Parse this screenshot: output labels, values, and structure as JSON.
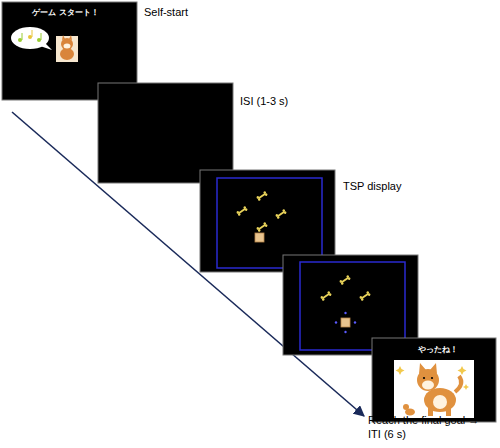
{
  "diagram": {
    "nodes": [
      {
        "text": [
          "ゲーム スタート！",
          "Self-start"
        ]
      },
      {
        "text": [
          "ISI (1-3 s)"
        ]
      },
      {
        "text": [
          "TSP display"
        ]
      },
      {
        "text": [
          "やったね！"
        ]
      }
    ],
    "labels": [
      "Reach the final goal → ITI (6 s)"
    ]
  }
}
